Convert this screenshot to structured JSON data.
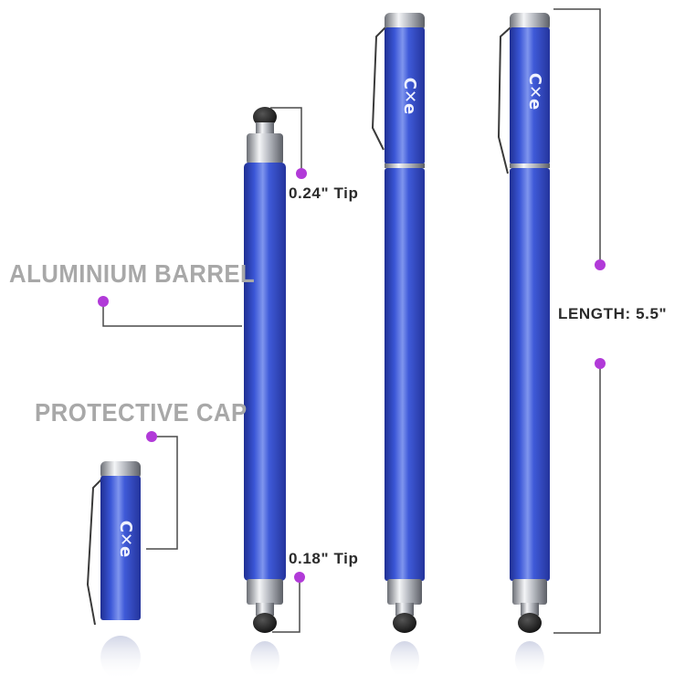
{
  "labels": {
    "barrel": "ALUMINIUM BARREL",
    "cap": "PROTECTIVE CAP",
    "tip_top": "0.24\" Tip",
    "tip_bottom": "0.18\" Tip",
    "length": "LENGTH:  5.5\""
  },
  "brand_mark": "C✕e",
  "colors": {
    "barrel_blue": "#3a56d6",
    "barrel_highlight": "#7f95ee",
    "barrel_shadow": "#1f2f92",
    "chrome": "#c9ccd3",
    "tip_black": "#1c1c1c",
    "callout_dot": "#b13ad8",
    "callout_line": "#4a4a4a",
    "label_gray": "#a8a8a8"
  }
}
